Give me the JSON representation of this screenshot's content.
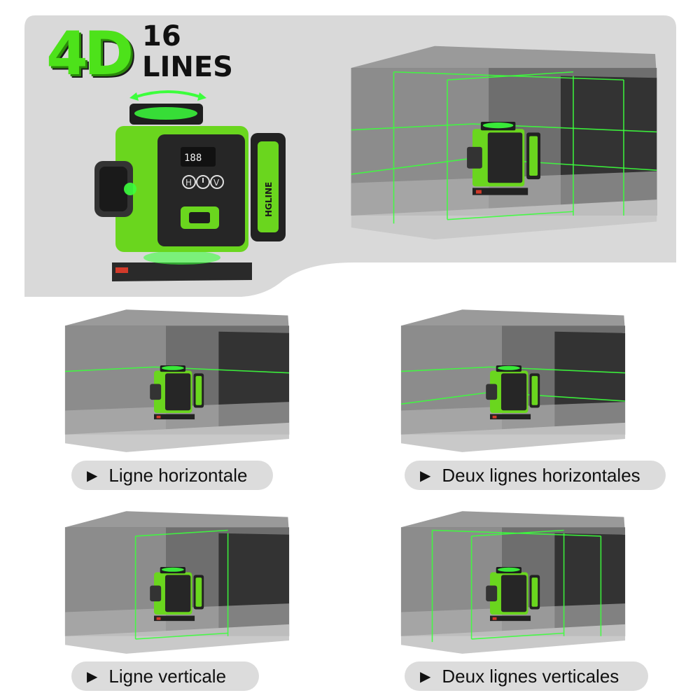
{
  "hero": {
    "logo_text": "4D",
    "headline_line1": "16",
    "headline_line2": "LINES",
    "brand": "HGLINE",
    "display_digits": "188",
    "buttons": [
      "H",
      "V"
    ]
  },
  "captions": [
    "Ligne horizontale",
    "Deux lignes horizontales",
    "Ligne verticale",
    "Deux lignes verticales"
  ],
  "icons": {
    "caption_marker": "play-triangle-icon",
    "power_button": "power-icon"
  },
  "colors": {
    "laser_green": "#3cff3c",
    "device_green": "#6ad61e",
    "hero_background": "#d8d8d8"
  }
}
